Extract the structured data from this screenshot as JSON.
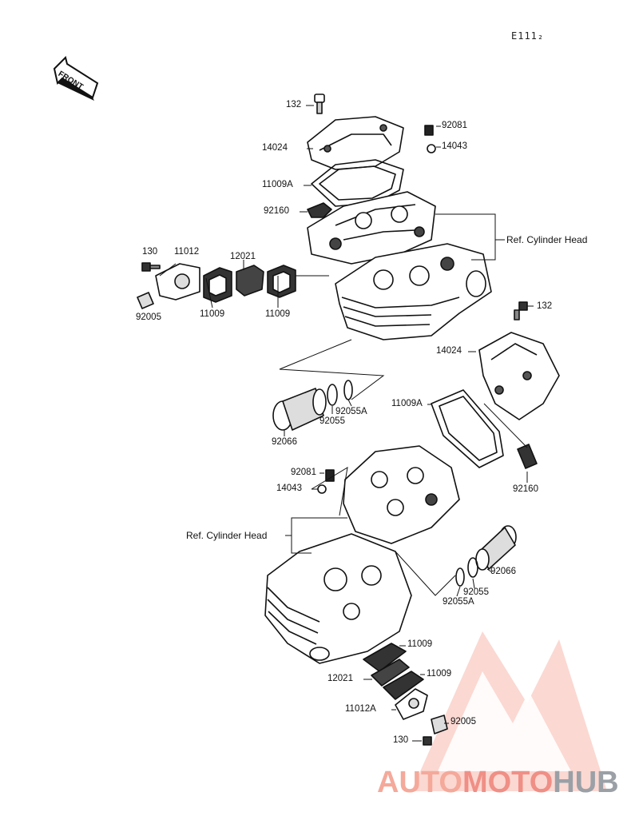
{
  "diagram_code": "E111₂",
  "front_label": "FRONT",
  "labels": {
    "l132_top": "132",
    "l92081_top": "92081",
    "l14024_top": "14024",
    "l14043_top": "14043",
    "l11009A_top": "11009A",
    "l92160_top": "92160",
    "ref_head_top": "Ref. Cylinder Head",
    "l130_left": "130",
    "l11012": "11012",
    "l12021_top": "12021",
    "l92005_left": "92005",
    "l11009_a": "11009",
    "l11009_b": "11009",
    "l132_right": "132",
    "l14024_right": "14024",
    "l11009A_right": "11009A",
    "l92055A_top": "92055A",
    "l92055_top": "92055",
    "l92066_left": "92066",
    "l92081_mid": "92081",
    "l14043_mid": "14043",
    "l92160_right": "92160",
    "ref_head_mid": "Ref. Cylinder Head",
    "l92066_right": "92066",
    "l92055_bottom": "92055",
    "l92055A_bottom": "92055A",
    "l11009_c": "11009",
    "l12021_bottom": "12021",
    "l11009_d": "11009",
    "l11012A": "11012A",
    "l92005_bottom": "92005",
    "l130_bottom": "130"
  },
  "watermark": {
    "part1": "AUTO",
    "part2": "MOTO",
    "part3": "HUB",
    "color_light": "#f4a99a",
    "color_mid": "#ef8f86",
    "color_gray": "#9aa0a6"
  }
}
